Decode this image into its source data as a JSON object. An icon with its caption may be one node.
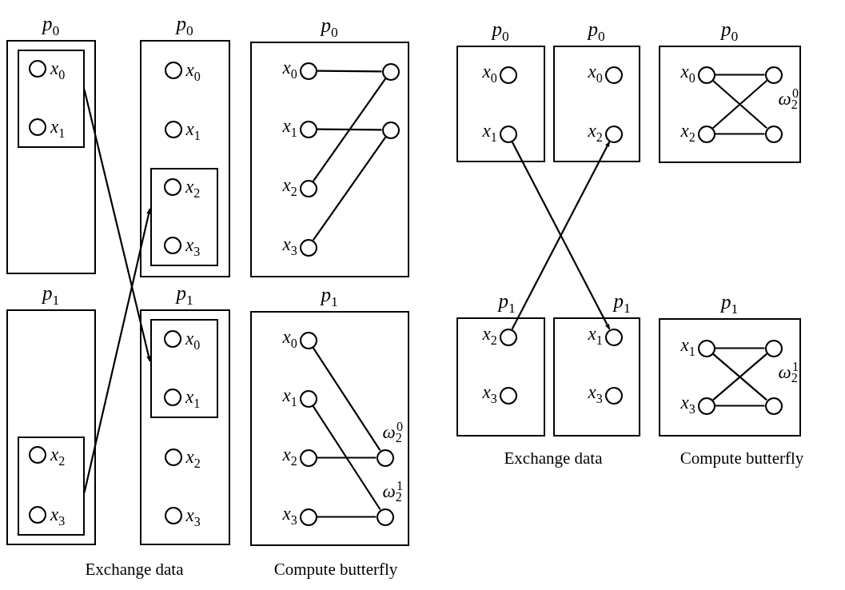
{
  "diagram": {
    "nodes": [
      {
        "text": [
          "p$_{0}$"
        ]
      },
      {
        "text": [],
        "shape": "box",
        "in": 0
      },
      {
        "text": [],
        "shape": "circle",
        "in": 1,
        "beside": [
          "x$_{0}$"
        ]
      },
      {
        "text": [],
        "shape": "circle",
        "in": 1,
        "beside": [
          "x$_{1}$"
        ]
      },
      {
        "text": [
          "p$_{0}$"
        ]
      },
      {
        "text": [],
        "shape": "circle",
        "in": 4,
        "beside": [
          "x$_{0}$"
        ]
      },
      {
        "text": [],
        "shape": "circle",
        "in": 4,
        "beside": [
          "x$_{1}$"
        ]
      },
      {
        "text": [],
        "shape": "box",
        "in": 4
      },
      {
        "text": [],
        "shape": "circle",
        "in": 7,
        "beside": [
          "x$_{2}$"
        ]
      },
      {
        "text": [],
        "shape": "circle",
        "in": 7,
        "beside": [
          "x$_{3}$"
        ]
      },
      {
        "text": [
          "p$_{0}$"
        ]
      },
      {
        "text": [],
        "shape": "circle",
        "in": 10,
        "beside": [
          "x$_{0}$"
        ]
      },
      {
        "text": [],
        "shape": "circle",
        "in": 10,
        "beside": [
          "x$_{1}$"
        ]
      },
      {
        "text": [],
        "shape": "circle",
        "in": 10,
        "beside": [
          "x$_{2}$"
        ]
      },
      {
        "text": [],
        "shape": "circle",
        "in": 10,
        "beside": [
          "x$_{3}$"
        ]
      },
      {
        "text": [],
        "shape": "circle",
        "in": 10
      },
      {
        "text": [],
        "shape": "circle",
        "in": 10
      },
      {
        "text": [
          "p$_{1}$"
        ]
      },
      {
        "text": [],
        "shape": "box",
        "in": 17
      },
      {
        "text": [],
        "shape": "circle",
        "in": 18,
        "beside": [
          "x$_{2}$"
        ]
      },
      {
        "text": [],
        "shape": "circle",
        "in": 18,
        "beside": [
          "x$_{3}$"
        ]
      },
      {
        "text": [
          "p$_{1}$"
        ]
      },
      {
        "text": [],
        "shape": "box",
        "in": 21
      },
      {
        "text": [],
        "shape": "circle",
        "in": 22,
        "beside": [
          "x$_{0}$"
        ]
      },
      {
        "text": [],
        "shape": "circle",
        "in": 22,
        "beside": [
          "x$_{1}$"
        ]
      },
      {
        "text": [],
        "shape": "circle",
        "in": 21,
        "beside": [
          "x$_{2}$"
        ]
      },
      {
        "text": [],
        "shape": "circle",
        "in": 21,
        "beside": [
          "x$_{3}$"
        ]
      },
      {
        "text": [
          "p$_{1}$"
        ]
      },
      {
        "text": [],
        "shape": "circle",
        "in": 27,
        "beside": [
          "x$_{0}$"
        ]
      },
      {
        "text": [],
        "shape": "circle",
        "in": 27,
        "beside": [
          "x$_{1}$"
        ]
      },
      {
        "text": [],
        "shape": "circle",
        "in": 27,
        "beside": [
          "x$_{2}$"
        ]
      },
      {
        "text": [],
        "shape": "circle",
        "in": 27,
        "beside": [
          "x$_{3}$"
        ]
      },
      {
        "text": [],
        "shape": "circle",
        "in": 27,
        "beside": [
          "ω$_{2}$$^{0}$"
        ]
      },
      {
        "text": [],
        "shape": "circle",
        "in": 27,
        "beside": [
          "ω$_{2}$$^{1}$"
        ]
      },
      {
        "text": [
          "p$_{0}$"
        ]
      },
      {
        "text": [],
        "shape": "circle",
        "in": 34,
        "beside": [
          "x$_{0}$"
        ]
      },
      {
        "text": [],
        "shape": "circle",
        "in": 34,
        "beside": [
          "x$_{1}$"
        ]
      },
      {
        "text": [
          "p$_{0}$"
        ]
      },
      {
        "text": [],
        "shape": "circle",
        "in": 37,
        "beside": [
          "x$_{0}$"
        ]
      },
      {
        "text": [],
        "shape": "circle",
        "in": 37,
        "beside": [
          "x$_{2}$"
        ]
      },
      {
        "text": [
          "p$_{0}$"
        ]
      },
      {
        "text": [],
        "shape": "circle",
        "in": 40,
        "beside": [
          "x$_{0}$"
        ]
      },
      {
        "text": [],
        "shape": "circle",
        "in": 40,
        "beside": [
          "x$_{2}$"
        ]
      },
      {
        "text": [],
        "shape": "circle",
        "in": 40,
        "beside": [
          "ω$_{2}$$^{0}$"
        ]
      },
      {
        "text": [],
        "shape": "circle",
        "in": 40
      },
      {
        "text": [
          "p$_{1}$"
        ]
      },
      {
        "text": [],
        "shape": "circle",
        "in": 45,
        "beside": [
          "x$_{2}$"
        ]
      },
      {
        "text": [],
        "shape": "circle",
        "in": 45,
        "beside": [
          "x$_{3}$"
        ]
      },
      {
        "text": [
          "p$_{1}$"
        ]
      },
      {
        "text": [],
        "shape": "circle",
        "in": 48,
        "beside": [
          "x$_{1}$"
        ]
      },
      {
        "text": [],
        "shape": "circle",
        "in": 48,
        "beside": [
          "x$_{3}$"
        ]
      },
      {
        "text": [
          "p$_{1}$"
        ]
      },
      {
        "text": [],
        "shape": "circle",
        "in": 51,
        "beside": [
          "x$_{1}$"
        ]
      },
      {
        "text": [],
        "shape": "circle",
        "in": 51,
        "beside": [
          "x$_{3}$"
        ]
      },
      {
        "text": [],
        "shape": "circle",
        "in": 51,
        "beside": [
          "ω$_{2}$$^{1}$"
        ]
      },
      {
        "text": [],
        "shape": "circle",
        "in": 51
      }
    ],
    "edges": [
      {
        "from": 1,
        "to": 22,
        "arrow": "to"
      },
      {
        "from": 18,
        "to": 7,
        "arrow": "to"
      },
      {
        "from": 11,
        "to": 15,
        "arrow": "none"
      },
      {
        "from": 12,
        "to": 16,
        "arrow": "none"
      },
      {
        "from": 13,
        "to": 15,
        "arrow": "none"
      },
      {
        "from": 14,
        "to": 16,
        "arrow": "none"
      },
      {
        "from": 28,
        "to": 32,
        "arrow": "none"
      },
      {
        "from": 29,
        "to": 33,
        "arrow": "none"
      },
      {
        "from": 30,
        "to": 32,
        "arrow": "none"
      },
      {
        "from": 31,
        "to": 33,
        "arrow": "none"
      },
      {
        "from": 36,
        "to": 49,
        "arrow": "to"
      },
      {
        "from": 46,
        "to": 39,
        "arrow": "to"
      },
      {
        "from": 41,
        "to": 43,
        "arrow": "none"
      },
      {
        "from": 41,
        "to": 44,
        "arrow": "none"
      },
      {
        "from": 42,
        "to": 43,
        "arrow": "none"
      },
      {
        "from": 42,
        "to": 44,
        "arrow": "none"
      },
      {
        "from": 52,
        "to": 54,
        "arrow": "none"
      },
      {
        "from": 52,
        "to": 55,
        "arrow": "none"
      },
      {
        "from": 53,
        "to": 54,
        "arrow": "none"
      },
      {
        "from": 53,
        "to": 55,
        "arrow": "none"
      }
    ],
    "labels": [
      "Exchange data",
      "Compute butterfly",
      "Exchange data",
      "Compute butterfly"
    ]
  }
}
